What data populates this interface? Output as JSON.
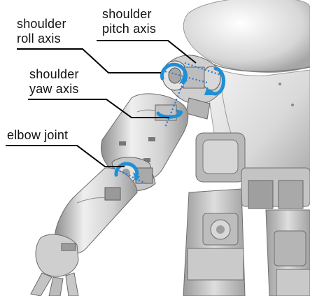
{
  "labels": {
    "shoulder_roll": "shoulder\nroll axis",
    "shoulder_pitch": "shoulder\npitch axis",
    "shoulder_yaw": "shoulder\nyaw axis",
    "elbow": "elbow joint"
  },
  "colors": {
    "arrow": "#1f8fd6",
    "axis_dots": "#2a7bd0",
    "leader": "#000000",
    "metal_light": "#eeeeee",
    "metal_mid": "#c8c8c8",
    "metal_dark": "#8c8c8c"
  }
}
